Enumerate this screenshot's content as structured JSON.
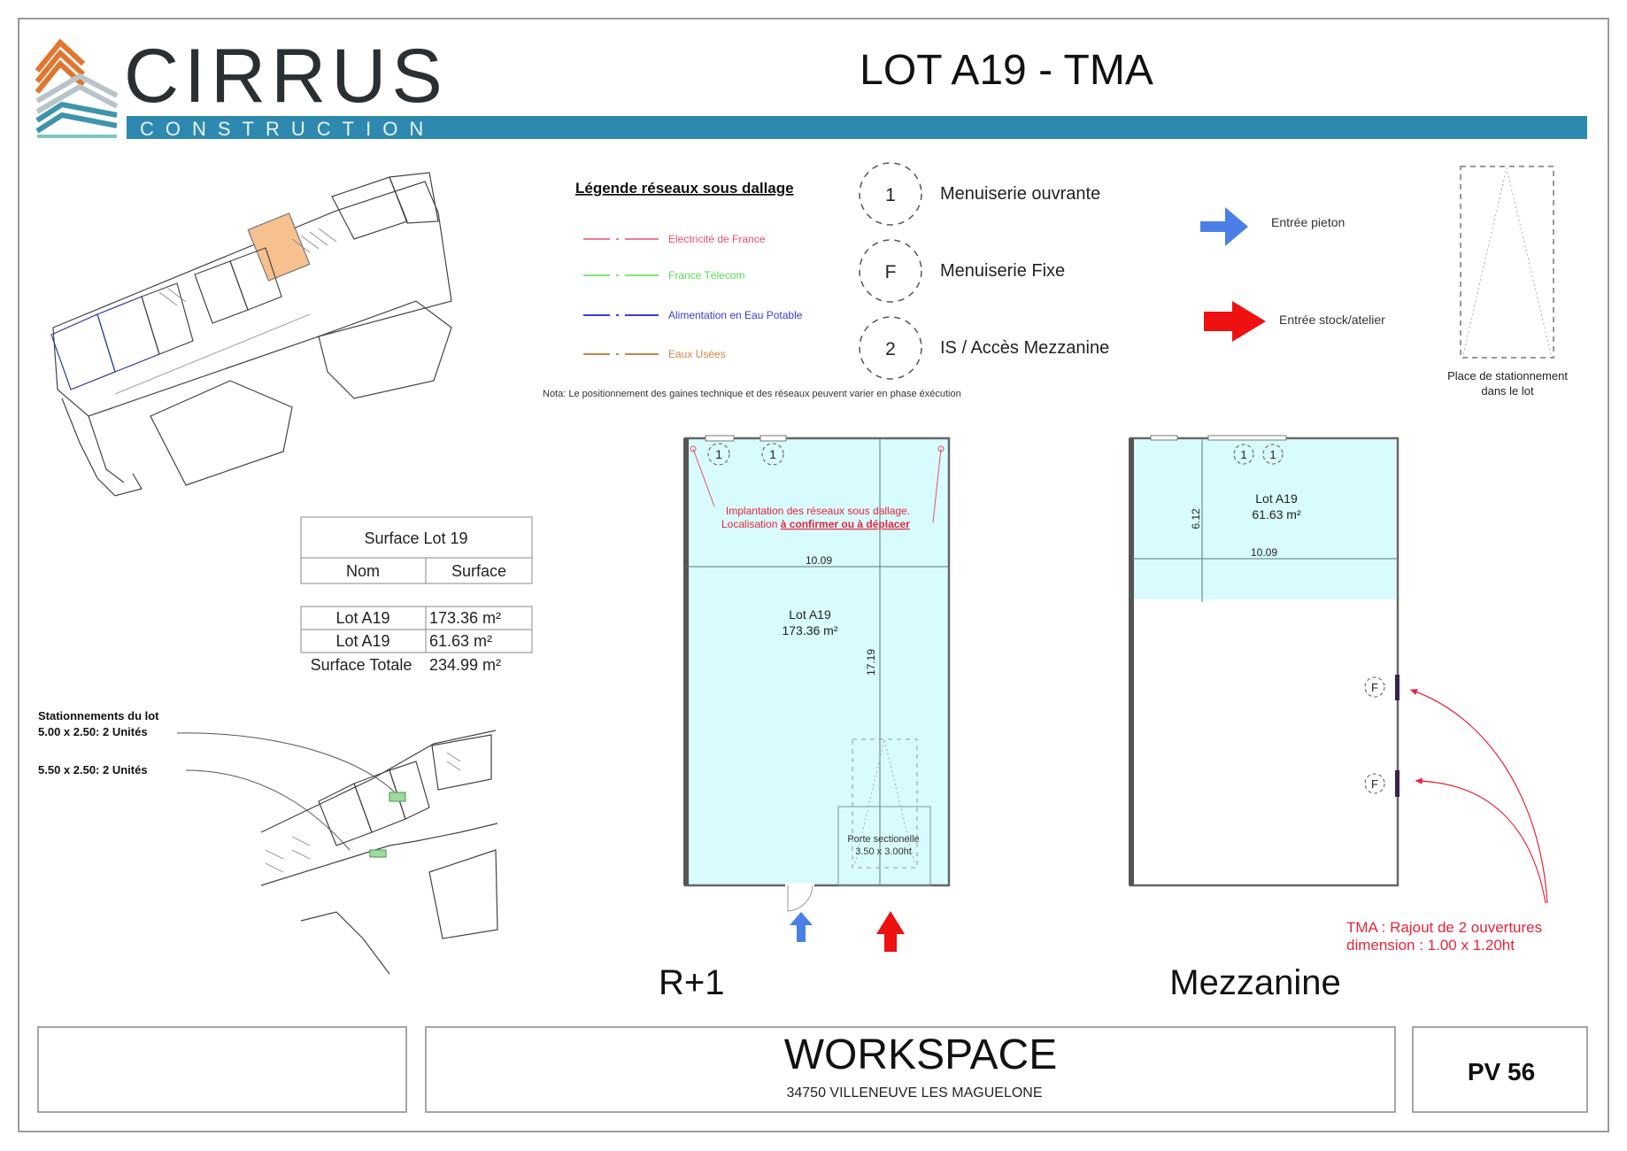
{
  "header": {
    "logo_name": "CIRRUS",
    "logo_sub": "CONSTRUCTION",
    "title": "LOT A19 - TMA"
  },
  "legend": {
    "title": "Légende réseaux sous dallage",
    "networks": [
      {
        "label": "Electricité de France",
        "color": "#e8506a"
      },
      {
        "label": "France Télecom",
        "color": "#4fe04f"
      },
      {
        "label": "Alimentation en Eau Potable",
        "color": "#3a3ae0"
      },
      {
        "label": "Eaux Usées",
        "color": "#c8864a"
      }
    ],
    "symbols": [
      {
        "symbol": "1",
        "label": "Menuiserie ouvrante"
      },
      {
        "symbol": "F",
        "label": "Menuiserie Fixe"
      },
      {
        "symbol": "2",
        "label": "IS / Accès Mezzanine"
      }
    ],
    "note": "Nota: Le positionnement des gaines technique et des réseaux peuvent varier en phase éxécution",
    "arrows": [
      {
        "label": "Entrée pieton",
        "color": "#4a7fe8"
      },
      {
        "label": "Entrée stock/atelier",
        "color": "#ee1111"
      }
    ],
    "parking_caption": [
      "Place de stationnement",
      "dans le lot"
    ]
  },
  "surface_table": {
    "title": "Surface Lot 19",
    "headers": [
      "Nom",
      "Surface"
    ],
    "rows": [
      {
        "nom": "Lot A19",
        "surface": "173.36 m²"
      },
      {
        "nom": "Lot A19",
        "surface": "61.63 m²"
      }
    ],
    "total_label": "Surface Totale",
    "total_value": "234.99 m²"
  },
  "parking": {
    "title": "Stationnements du lot",
    "lines": [
      "5.00 x 2.50: 2 Unités",
      "5.50  x 2.50: 2 Unités"
    ]
  },
  "plan_r1": {
    "label": "R+1",
    "lot_name": "Lot A19",
    "lot_area": "173.36 m²",
    "width_dim": "10.09",
    "depth_dim": "17.19",
    "window_symbols": [
      "1",
      "1"
    ],
    "network_note": [
      "Implantation des réseaux sous dallage.",
      "Localisation ",
      "à confirmer ou à déplacer"
    ],
    "door_label": [
      "Porte sectionelle",
      "3.50 x 3.00ht"
    ]
  },
  "plan_mezz": {
    "label": "Mezzanine",
    "lot_name": "Lot A19",
    "lot_area": "61.63 m²",
    "width_dim": "10.09",
    "depth_dim": "6.12",
    "window_symbols": [
      "1",
      "1"
    ],
    "fixed_symbols": [
      "F",
      "F"
    ],
    "tma_note": [
      "TMA : Rajout de 2 ouvertures",
      "dimension : 1.00 x 1.20ht"
    ]
  },
  "footer": {
    "project": "WORKSPACE",
    "address": "34750 VILLENEUVE LES MAGUELONE",
    "pv": "PV 56"
  },
  "colors": {
    "brand_teal": "#2e89b0",
    "brand_orange": "#e2752d",
    "lot_fill": "#d8fbfd",
    "annotation_red": "#e8243a"
  }
}
